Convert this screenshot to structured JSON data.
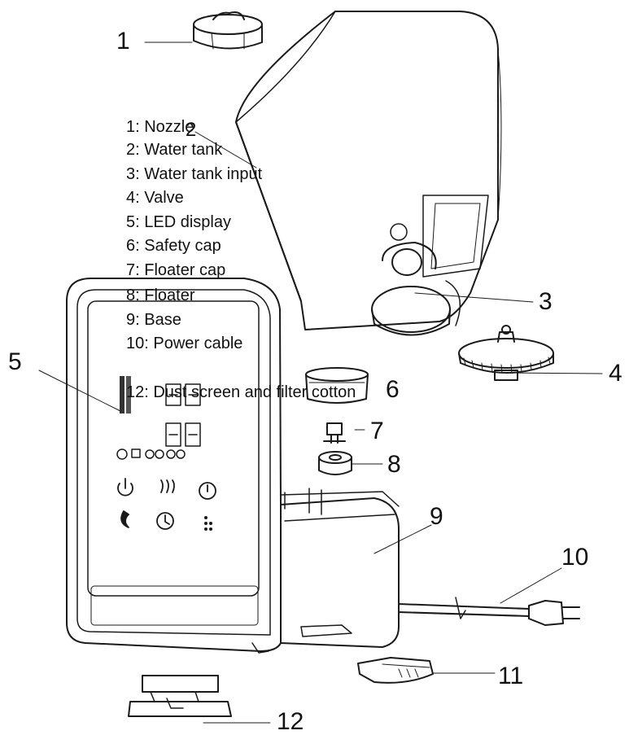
{
  "legend": [
    "1: Nozzle",
    "2: Water tank",
    "3: Water tank input",
    "4: Valve",
    "5: LED display",
    "6: Safety cap",
    "7: Floater cap",
    "8: Floater",
    "9: Base",
    "10: Power cable",
    "12: Dust screen and filter cotton"
  ],
  "callouts": [
    "1",
    "2",
    "3",
    "4",
    "5",
    "6",
    "7",
    "8",
    "9",
    "10",
    "11",
    "12"
  ],
  "colors": {
    "line": "#1a1a1a",
    "body": "#ffffff",
    "panel": "#f4f4f4"
  }
}
